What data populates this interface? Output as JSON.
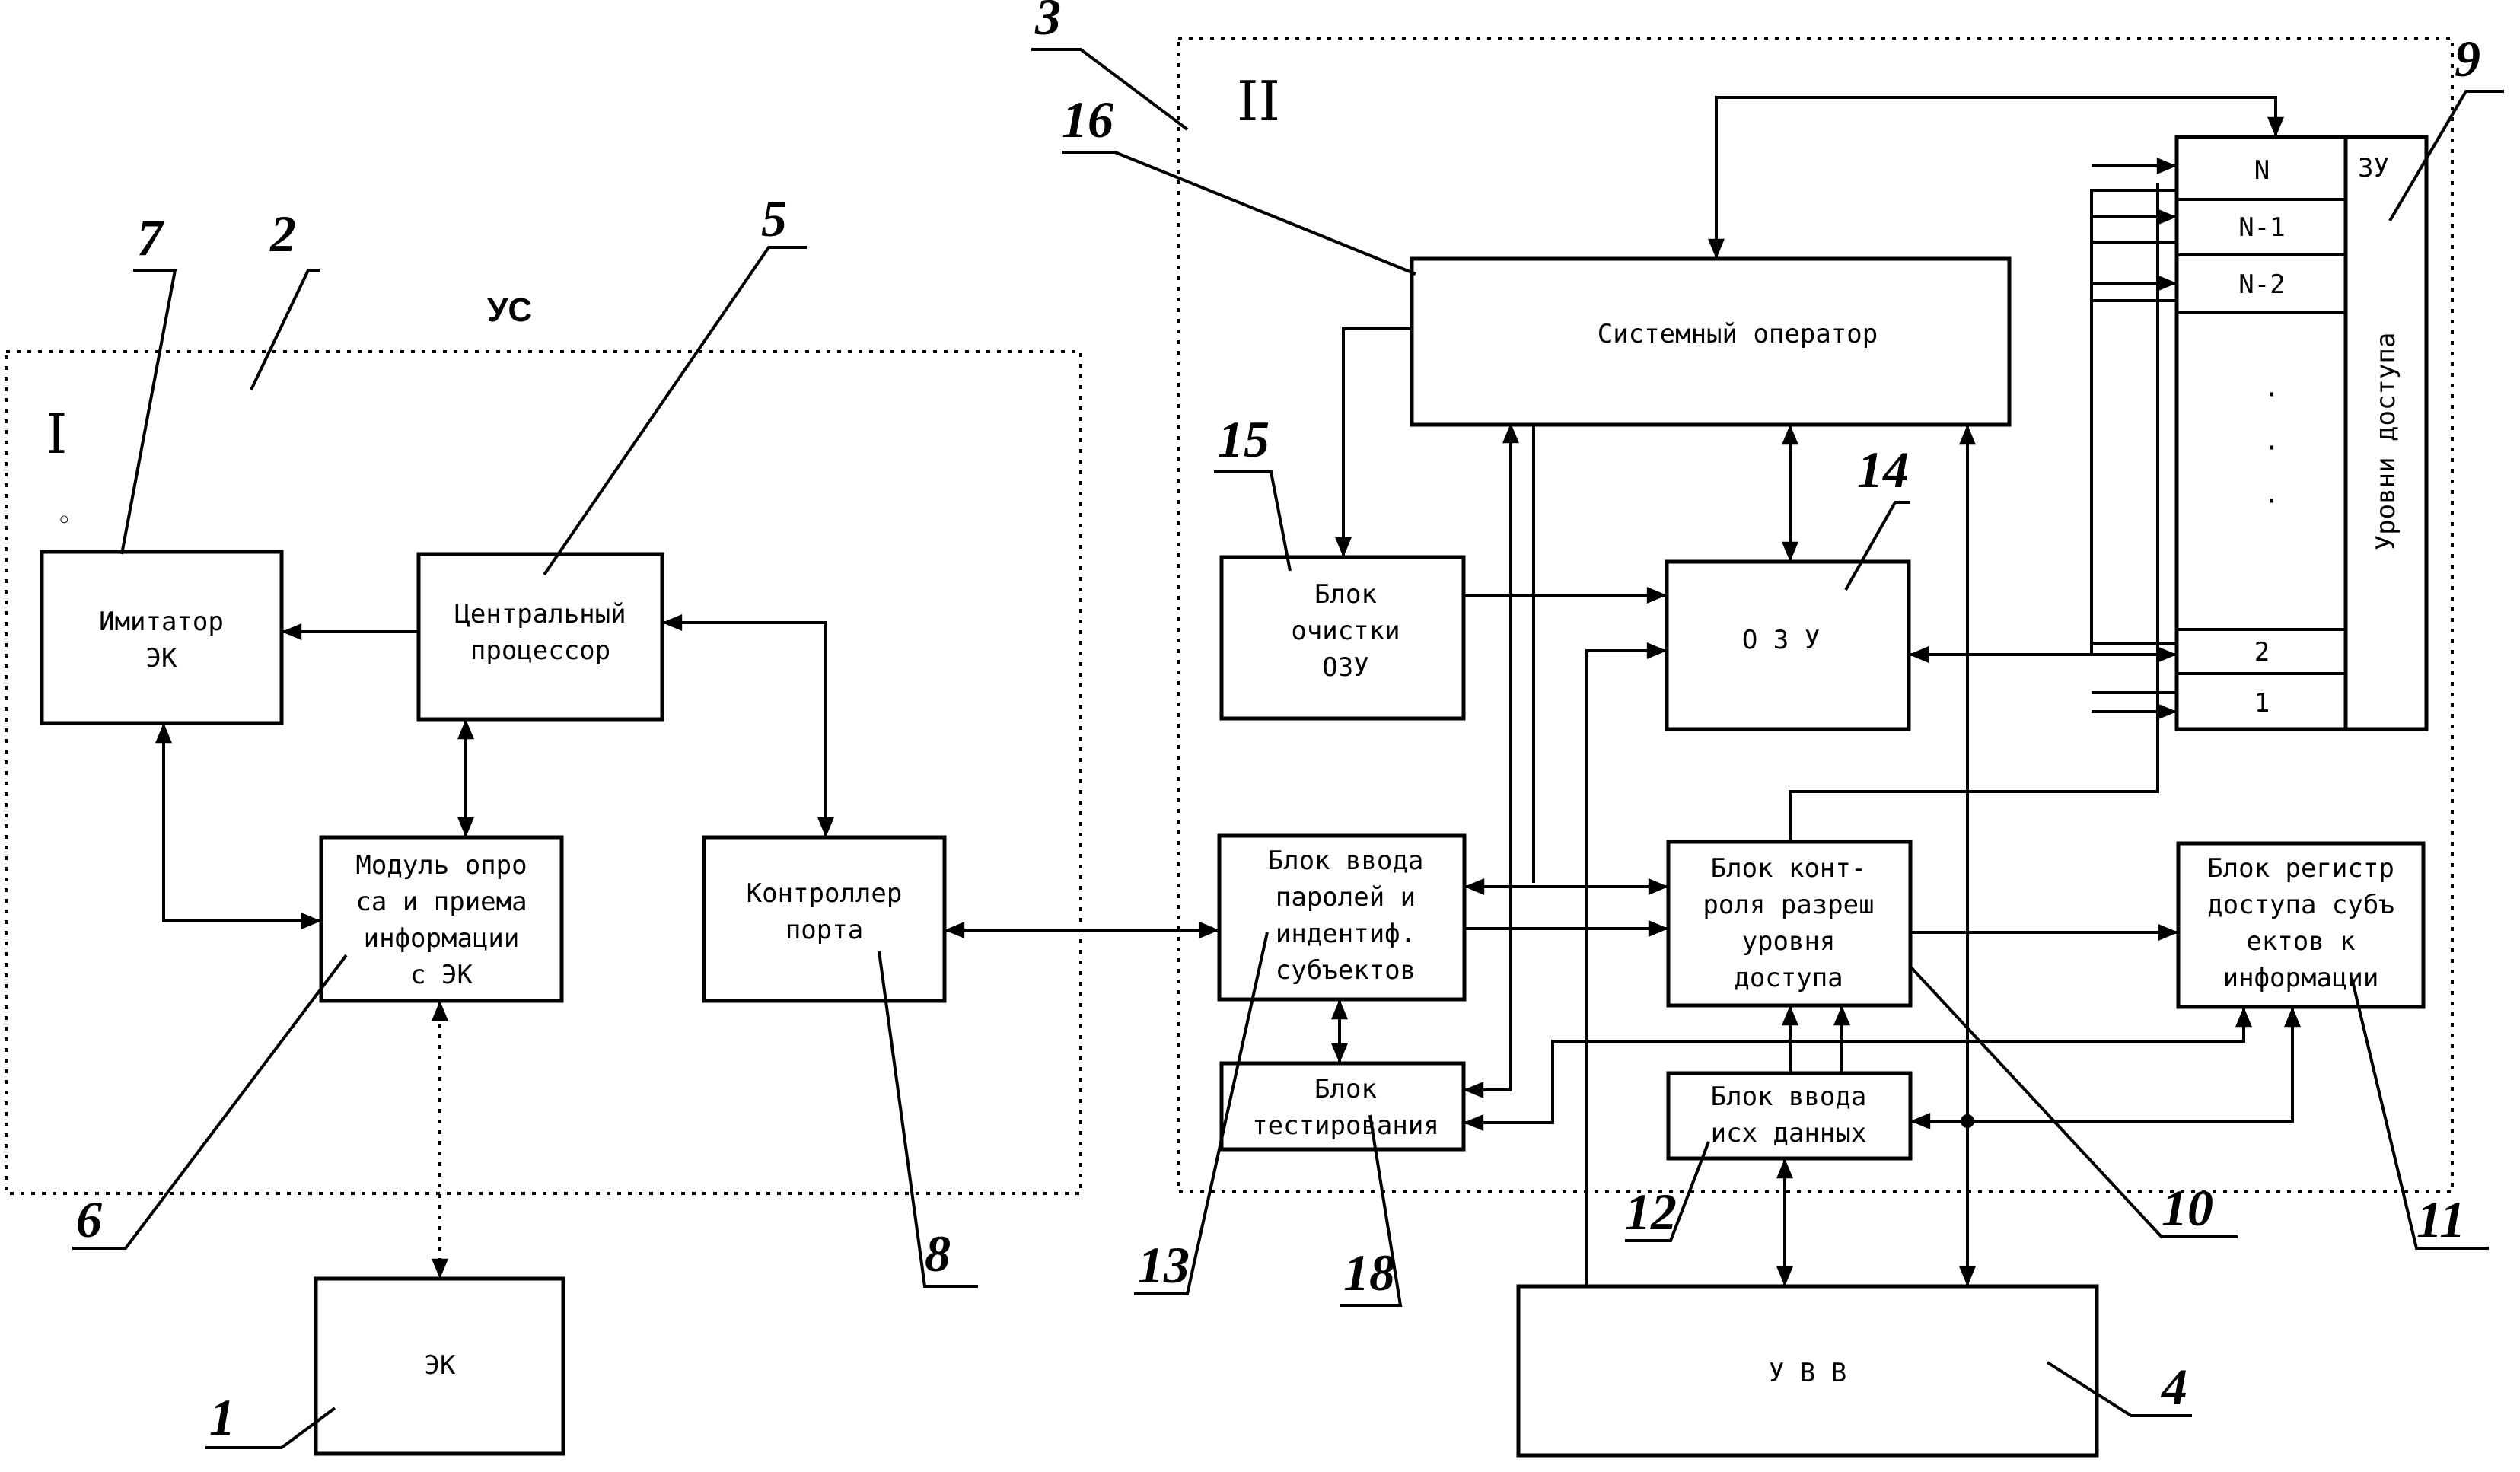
{
  "diagram": {
    "region_label": "УС",
    "section_I": "I",
    "section_II": "II",
    "blocks": {
      "ek_simulator": [
        "Имитатор",
        "ЭК"
      ],
      "cpu": [
        "Центральный",
        "процессор"
      ],
      "poll_module": [
        "Модуль опро",
        "са и приема",
        "информации",
        "с   ЭК"
      ],
      "port_controller": [
        "Контроллер",
        "порта"
      ],
      "ek": [
        "ЭК"
      ],
      "system_operator": [
        "Системный оператор"
      ],
      "ram_clear": [
        "Блок",
        "очистки",
        "ОЗУ"
      ],
      "ram": [
        "О З У"
      ],
      "password_input": [
        "Блок ввода",
        "паролей и",
        "индентиф.",
        "субъектов"
      ],
      "testing": [
        "Блок",
        "тестирования"
      ],
      "access_control": [
        "Блок конт-",
        "роля разреш",
        "уровня",
        "доступа"
      ],
      "access_register": [
        "Блок регистр",
        "доступа субъ",
        "ектов к",
        "информации"
      ],
      "data_input": [
        "Блок ввода",
        "исх  данных"
      ],
      "io_device": [
        "У В В"
      ]
    },
    "memory": {
      "title": "ЗУ",
      "side_label": "Уровни доступа",
      "levels": [
        "N",
        "N-1",
        "N-2",
        "2",
        "1"
      ],
      "ellipsis": [
        "·",
        "·",
        "·"
      ]
    },
    "ref_numbers": [
      "1",
      "2",
      "3",
      "4",
      "5",
      "6",
      "7",
      "8",
      "9",
      "10",
      "11",
      "12",
      "13",
      "14",
      "15",
      "16",
      "18"
    ]
  }
}
